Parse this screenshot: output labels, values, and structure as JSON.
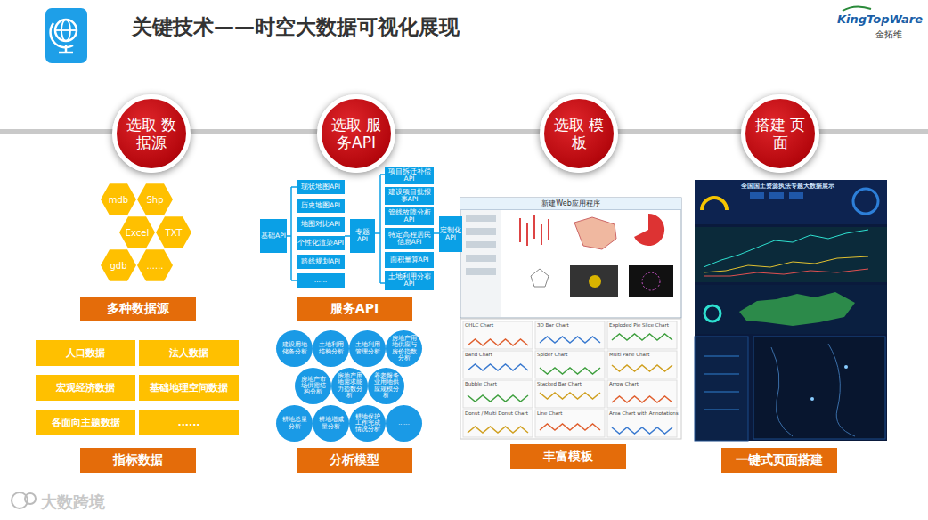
{
  "diagram": {
    "title": "关键技术——时空大数据可视化展现",
    "nodes": [
      {
        "text": [
          "选取 数据源"
        ]
      },
      {
        "text": [
          "选取 服务API"
        ]
      },
      {
        "text": [
          "选取 模板"
        ]
      },
      {
        "text": [
          "搭建 页面"
        ]
      },
      {
        "text": [
          "mdb"
        ]
      },
      {
        "text": [
          "Shp"
        ]
      },
      {
        "text": [
          "Excel"
        ]
      },
      {
        "text": [
          "TXT"
        ]
      },
      {
        "text": [
          "gdb"
        ]
      },
      {
        "text": [
          "......"
        ]
      },
      {
        "text": [
          "多种数据源"
        ]
      },
      {
        "text": [
          "人口数据"
        ]
      },
      {
        "text": [
          "法人数据"
        ]
      },
      {
        "text": [
          "宏观经济数据"
        ]
      },
      {
        "text": [
          "基础地理空间数据"
        ]
      },
      {
        "text": [
          "各面向主题数据"
        ]
      },
      {
        "text": [
          "......"
        ]
      },
      {
        "text": [
          "指标数据"
        ]
      },
      {
        "text": [
          "基础API"
        ]
      },
      {
        "text": [
          "现状地图API"
        ]
      },
      {
        "text": [
          "历史地图API"
        ]
      },
      {
        "text": [
          "地图对比API"
        ]
      },
      {
        "text": [
          "个性化渲染API"
        ]
      },
      {
        "text": [
          "路线规划API"
        ]
      },
      {
        "text": [
          "......"
        ]
      },
      {
        "text": [
          "专题API"
        ]
      },
      {
        "text": [
          "项目拆迁补偿API"
        ]
      },
      {
        "text": [
          "建设项目批报事API"
        ]
      },
      {
        "text": [
          "管线故障分析API"
        ]
      },
      {
        "text": [
          "特定高程居民信息API"
        ]
      },
      {
        "text": [
          "面积量算API"
        ]
      },
      {
        "text": [
          "土地利用分布API"
        ]
      },
      {
        "text": [
          "定制化API"
        ]
      },
      {
        "text": [
          "服务API"
        ]
      },
      {
        "text": [
          "建设用地储备分析"
        ]
      },
      {
        "text": [
          "土地利用结构分析"
        ]
      },
      {
        "text": [
          "土地利用管理分析"
        ]
      },
      {
        "text": [
          "房地产用地供应与房价指数分析"
        ]
      },
      {
        "text": [
          "房地产市场供需结构分析"
        ]
      },
      {
        "text": [
          "房地产用地需求能力指数分析"
        ]
      },
      {
        "text": [
          "养老服务业用地供应规模分析"
        ]
      },
      {
        "text": [
          "耕地总量分析"
        ]
      },
      {
        "text": [
          "耕地增减量分析"
        ]
      },
      {
        "text": [
          "耕地保护工作完成情况分析"
        ]
      },
      {
        "text": [
          "......"
        ]
      },
      {
        "text": [
          "分析模型"
        ]
      },
      {
        "text": [
          "新建Web应用程序"
        ]
      },
      {
        "text": [
          "丰富模板"
        ]
      },
      {
        "text": [
          "一键式页面搭建"
        ]
      }
    ],
    "labels": [
      "KingTopWare",
      "金拓维",
      "大数跨境",
      "OHLC Chart",
      "3D Bar Chart",
      "Exploded Pie Slice Chart",
      "Band Chart",
      "Spider Chart",
      "Multi Pane Chart",
      "Bubble Chart",
      "Stacked Bar Chart",
      "Arrow Chart",
      "Donut / Multi Donut Chart",
      "Line Chart",
      "Area Chart with Annotations",
      "全国国土资源执法专题大数据展示"
    ]
  }
}
